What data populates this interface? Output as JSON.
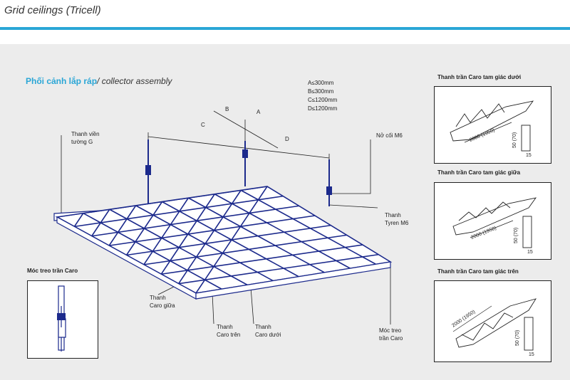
{
  "header": {
    "title": "Grid ceilings (Tricell)"
  },
  "section": {
    "title_vi": "Phối cảnh lắp ráp",
    "title_en": "/ collector assembly"
  },
  "dimensions": {
    "a": "A≤300mm",
    "b": "B≤300mm",
    "c": "C≤1200mm",
    "d": "D≤1200mm"
  },
  "dim_letters": {
    "a": "A",
    "b": "B",
    "c": "C",
    "d": "D"
  },
  "labels": {
    "thanh_vien": "Thanh viền",
    "thanh_vien_2": "tường G",
    "no_coi": "Nở cối M6",
    "thanh_tyren": "Thanh",
    "thanh_tyren_2": "Tyren M6",
    "caro_giua": "Thanh",
    "caro_giua_2": "Caro giữa",
    "caro_tren": "Thanh",
    "caro_tren_2": "Caro trên",
    "caro_duoi": "Thanh",
    "caro_duoi_2": "Caro dưới",
    "moc_treo": "Móc treo",
    "moc_treo_2": "trần Caro"
  },
  "hook_box": {
    "title": "Móc treo trần Caro"
  },
  "profiles": [
    {
      "title": "Thanh trần Caro tam giác dưới",
      "length": "2000 (1950)",
      "height": "50 (70)",
      "width": "15"
    },
    {
      "title": "Thanh trần Caro tam giác giữa",
      "length": "2000 (1950)",
      "height": "50 (70)",
      "width": "15"
    },
    {
      "title": "Thanh trần Caro tam giác trên",
      "length": "2000 (1950)",
      "height": "50 (70)",
      "width": "15"
    }
  ],
  "colors": {
    "accent": "#2aa6d6",
    "grid": "#1c2a8c",
    "panel": "#ececec"
  }
}
